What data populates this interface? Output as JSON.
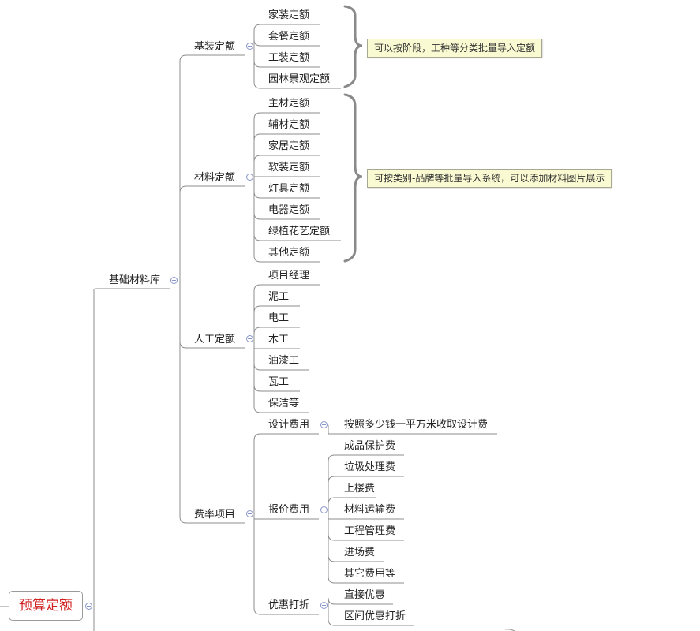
{
  "root": {
    "label": "预算定额"
  },
  "level1": {
    "label": "基础材料库"
  },
  "groups": {
    "jizhuang": {
      "label": "基装定额",
      "items": [
        "家装定额",
        "套餐定额",
        "工装定额",
        "园林景观定额"
      ]
    },
    "cailiao": {
      "label": "材料定额",
      "items": [
        "主材定额",
        "辅材定额",
        "家居定额",
        "软装定额",
        "灯具定额",
        "电器定额",
        "绿植花艺定额",
        "其他定额"
      ]
    },
    "rengong": {
      "label": "人工定额",
      "items": [
        "项目经理",
        "泥工",
        "电工",
        "木工",
        "油漆工",
        "瓦工",
        "保洁等"
      ]
    },
    "feilv": {
      "label": "费率项目"
    }
  },
  "fees": {
    "sheji": {
      "label": "设计费用",
      "child": "按照多少钱一平方米收取设计费"
    },
    "baojia": {
      "label": "报价费用",
      "items": [
        "成品保护费",
        "垃圾处理费",
        "上楼费",
        "材料运输费",
        "工程管理费",
        "进场费",
        "其它费用等"
      ]
    },
    "youhui": {
      "label": "优惠打折",
      "items": [
        "直接优惠",
        "区间优惠打折"
      ]
    }
  },
  "notes": {
    "note1": "可以按阶段，工种等分类批量导入定额",
    "note2": "可按类别-品牌等批量导入系统，可以添加材料图片展示"
  },
  "colors": {
    "line": "#8c8c8c",
    "root_text": "#d0201f",
    "note_bg": "#fafad2",
    "collapse": "#8a95c8"
  }
}
